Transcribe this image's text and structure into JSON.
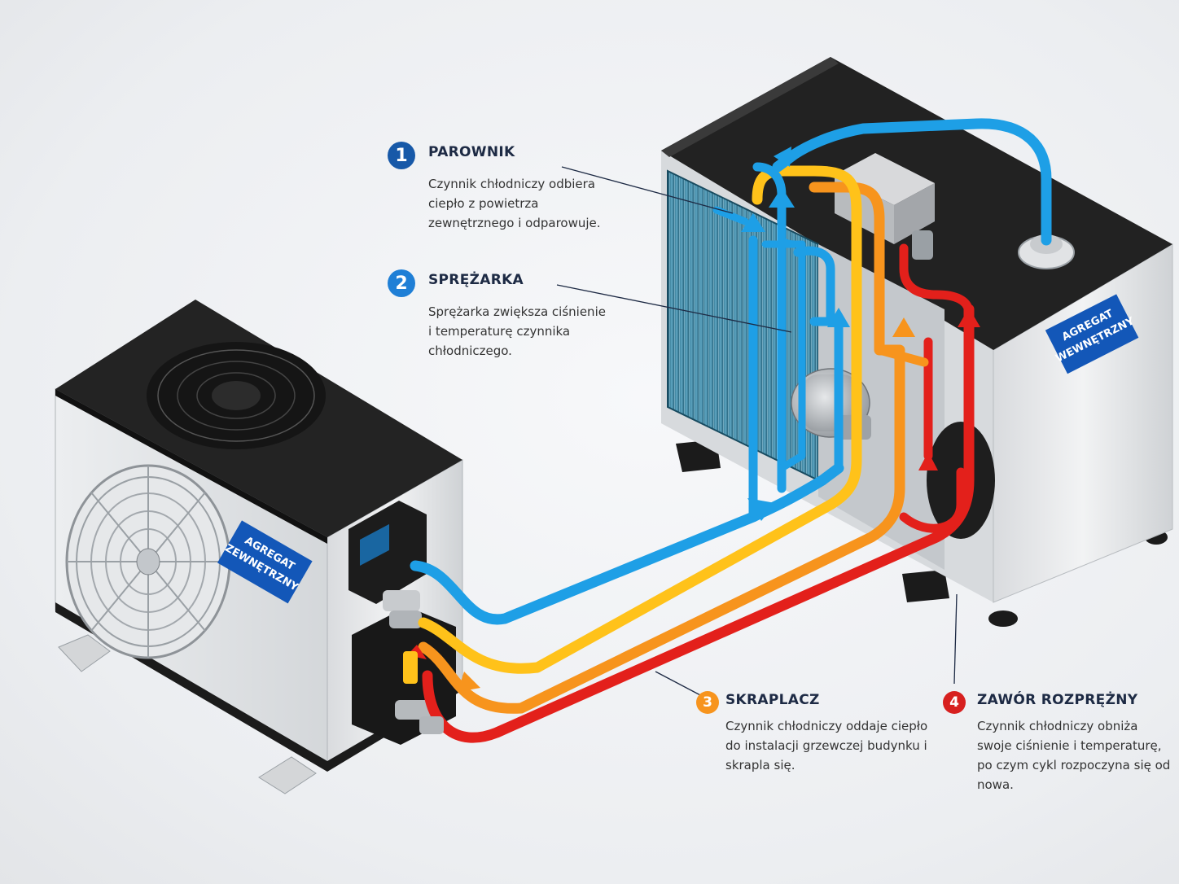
{
  "units": {
    "outdoor_label_line1": "AGREGAT",
    "outdoor_label_line2": "ZEWNĘTRZNY",
    "indoor_label_line1": "AGREGAT",
    "indoor_label_line2": "WEWNĘTRZNY"
  },
  "steps": [
    {
      "number": "1",
      "title": "PAROWNIK",
      "desc": "Czynnik chłodniczy odbiera ciepło z powietrza zewnętrznego i odparowuje.",
      "color": "#1759a8"
    },
    {
      "number": "2",
      "title": "SPRĘŻARKA",
      "desc": "Sprężarka zwiększa ciśnienie i temperaturę czynnika chłodniczego.",
      "color": "#1f7fd6"
    },
    {
      "number": "3",
      "title": "SKRAPLACZ",
      "desc": "Czynnik chłodniczy oddaje ciepło do instalacji grzewczej budynku i skrapla się.",
      "color": "#f7941d"
    },
    {
      "number": "4",
      "title": "ZAWÓR ROZPRĘŻNY",
      "desc": "Czynnik chłodniczy obniża swoje ciśnienie i temperaturę, po czym cykl rozpoczyna się od nowa.",
      "color": "#d7201f"
    }
  ],
  "pipe_colors": {
    "blue": "#1e9fe6",
    "yellow": "#ffc21a",
    "orange": "#f7941d",
    "red": "#e3201b"
  }
}
